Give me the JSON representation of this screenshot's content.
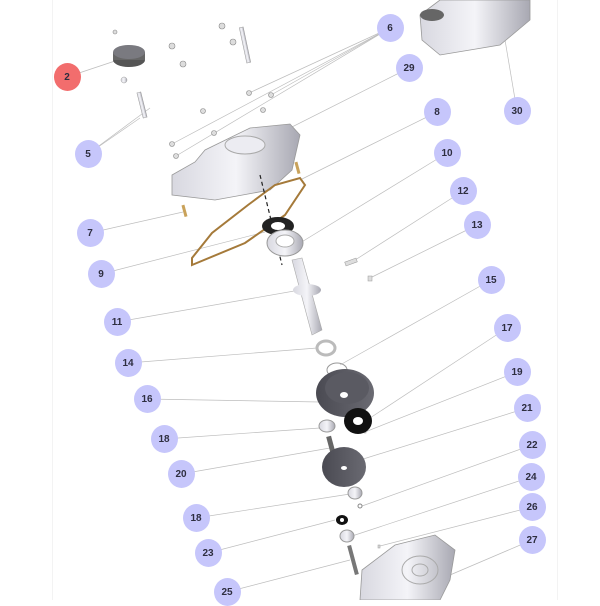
{
  "diagram": {
    "type": "exploded-parts-view",
    "colors": {
      "callout": "#c6c6fb",
      "callout_selected": "#f26d6d",
      "gasket": "#a57a3a",
      "leader": "#b8b8b8"
    },
    "selected_part": "2",
    "callouts": [
      "2",
      "5",
      "6",
      "29",
      "30",
      "8",
      "10",
      "12",
      "13",
      "7",
      "9",
      "15",
      "11",
      "17",
      "14",
      "19",
      "16",
      "21",
      "18",
      "22",
      "20",
      "24",
      "18",
      "26",
      "23",
      "27",
      "25"
    ]
  }
}
